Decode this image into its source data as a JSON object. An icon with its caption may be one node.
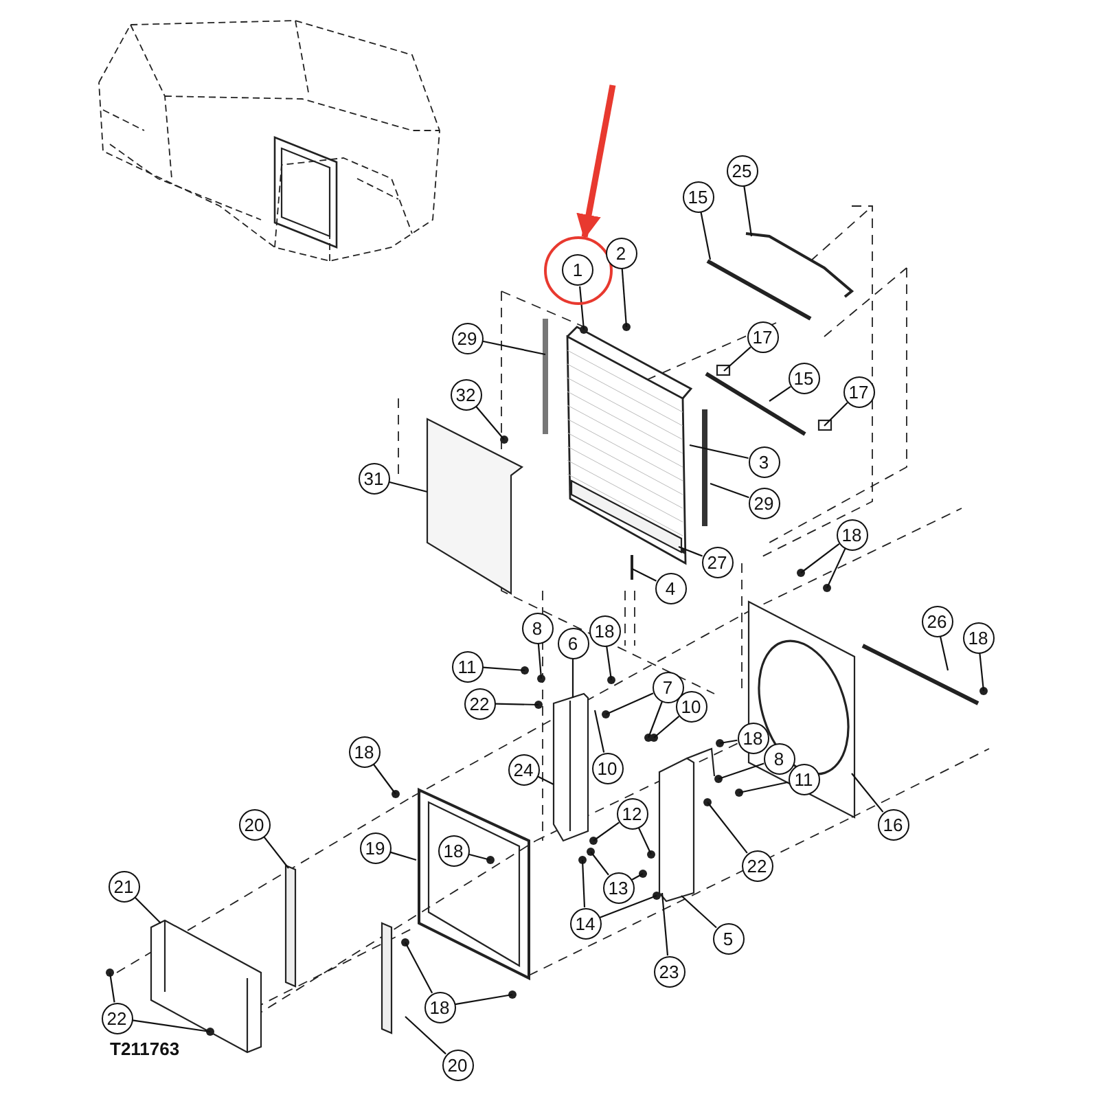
{
  "diagram": {
    "nodes": [
      {
        "text": [],
        "shape": "circle"
      },
      {
        "text": [
          "1"
        ],
        "in": 0
      },
      {
        "text": [
          "2"
        ]
      },
      {
        "text": [
          "25"
        ]
      },
      {
        "text": [
          "15"
        ]
      },
      {
        "text": [
          "29"
        ]
      },
      {
        "text": [
          "17"
        ]
      },
      {
        "text": [
          "15"
        ]
      },
      {
        "text": [
          "17"
        ]
      },
      {
        "text": [
          "32"
        ]
      },
      {
        "text": [
          "31"
        ]
      },
      {
        "text": [
          "3"
        ]
      },
      {
        "text": [
          "29"
        ]
      },
      {
        "text": [
          "27"
        ]
      },
      {
        "text": [
          "4"
        ]
      },
      {
        "text": [
          "18"
        ]
      },
      {
        "text": [
          "8"
        ]
      },
      {
        "text": [
          "18"
        ]
      },
      {
        "text": [
          "6"
        ]
      },
      {
        "text": [
          "11"
        ]
      },
      {
        "text": [
          "26"
        ]
      },
      {
        "text": [
          "18"
        ]
      },
      {
        "text": [
          "7"
        ]
      },
      {
        "text": [
          "22"
        ]
      },
      {
        "text": [
          "10"
        ]
      },
      {
        "text": [
          "10"
        ]
      },
      {
        "text": [
          "18"
        ]
      },
      {
        "text": [
          "8"
        ]
      },
      {
        "text": [
          "11"
        ]
      },
      {
        "text": [
          "24"
        ]
      },
      {
        "text": [
          "18"
        ]
      },
      {
        "text": [
          "16"
        ]
      },
      {
        "text": [
          "12"
        ]
      },
      {
        "text": [
          "22"
        ]
      },
      {
        "text": [
          "20"
        ]
      },
      {
        "text": [
          "19"
        ]
      },
      {
        "text": [
          "18"
        ]
      },
      {
        "text": [
          "13"
        ]
      },
      {
        "text": [
          "14"
        ]
      },
      {
        "text": [
          "5"
        ]
      },
      {
        "text": [
          "21"
        ]
      },
      {
        "text": [
          "23"
        ]
      },
      {
        "text": [
          "18"
        ]
      },
      {
        "text": [
          "22"
        ]
      },
      {
        "text": [
          "20"
        ]
      }
    ],
    "edges": [
      {
        "from": null,
        "to": 0,
        "arrow": "to",
        "style": "thick",
        "color": "#e8392f"
      },
      {
        "from": 1,
        "to": null,
        "arrow": "none"
      },
      {
        "from": 2,
        "to": null,
        "arrow": "none"
      },
      {
        "from": 3,
        "to": null,
        "arrow": "none"
      },
      {
        "from": 4,
        "to": null,
        "arrow": "none"
      },
      {
        "from": 5,
        "to": null,
        "arrow": "none"
      },
      {
        "from": 6,
        "to": null,
        "arrow": "none"
      },
      {
        "from": 7,
        "to": null,
        "arrow": "none"
      },
      {
        "from": 8,
        "to": null,
        "arrow": "none"
      },
      {
        "from": 9,
        "to": null,
        "arrow": "none"
      },
      {
        "from": 10,
        "to": null,
        "arrow": "none"
      },
      {
        "from": 11,
        "to": null,
        "arrow": "none"
      },
      {
        "from": 12,
        "to": null,
        "arrow": "none"
      },
      {
        "from": 13,
        "to": null,
        "arrow": "none"
      },
      {
        "from": 14,
        "to": null,
        "arrow": "none"
      },
      {
        "from": 15,
        "to": null,
        "arrow": "none"
      },
      {
        "from": 15,
        "to": null,
        "arrow": "none"
      },
      {
        "from": 16,
        "to": null,
        "arrow": "none"
      },
      {
        "from": 17,
        "to": null,
        "arrow": "none"
      },
      {
        "from": 18,
        "to": null,
        "arrow": "none"
      },
      {
        "from": 19,
        "to": null,
        "arrow": "none"
      },
      {
        "from": 20,
        "to": null,
        "arrow": "none"
      },
      {
        "from": 21,
        "to": null,
        "arrow": "none"
      },
      {
        "from": 22,
        "to": null,
        "arrow": "none"
      },
      {
        "from": 22,
        "to": null,
        "arrow": "none"
      },
      {
        "from": 23,
        "to": null,
        "arrow": "none"
      },
      {
        "from": 24,
        "to": null,
        "arrow": "none"
      },
      {
        "from": 25,
        "to": null,
        "arrow": "none"
      },
      {
        "from": 26,
        "to": null,
        "arrow": "none"
      },
      {
        "from": 27,
        "to": null,
        "arrow": "none"
      },
      {
        "from": 28,
        "to": null,
        "arrow": "none"
      },
      {
        "from": 29,
        "to": null,
        "arrow": "none"
      },
      {
        "from": 30,
        "to": null,
        "arrow": "none"
      },
      {
        "from": 31,
        "to": null,
        "arrow": "none"
      },
      {
        "from": 32,
        "to": null,
        "arrow": "none"
      },
      {
        "from": 32,
        "to": null,
        "arrow": "none"
      },
      {
        "from": 33,
        "to": null,
        "arrow": "none"
      },
      {
        "from": 34,
        "to": null,
        "arrow": "none"
      },
      {
        "from": 35,
        "to": null,
        "arrow": "none"
      },
      {
        "from": 36,
        "to": null,
        "arrow": "none"
      },
      {
        "from": 37,
        "to": null,
        "arrow": "none"
      },
      {
        "from": 37,
        "to": null,
        "arrow": "none"
      },
      {
        "from": 38,
        "to": null,
        "arrow": "none"
      },
      {
        "from": 38,
        "to": null,
        "arrow": "none"
      },
      {
        "from": 39,
        "to": null,
        "arrow": "none"
      },
      {
        "from": 40,
        "to": null,
        "arrow": "none"
      },
      {
        "from": 41,
        "to": null,
        "arrow": "none"
      },
      {
        "from": 42,
        "to": null,
        "arrow": "none"
      },
      {
        "from": 42,
        "to": null,
        "arrow": "none"
      },
      {
        "from": 43,
        "to": null,
        "arrow": "none"
      },
      {
        "from": 43,
        "to": null,
        "arrow": "none"
      },
      {
        "from": 44,
        "to": null,
        "arrow": "none"
      }
    ],
    "labels": [
      "T211763"
    ]
  }
}
